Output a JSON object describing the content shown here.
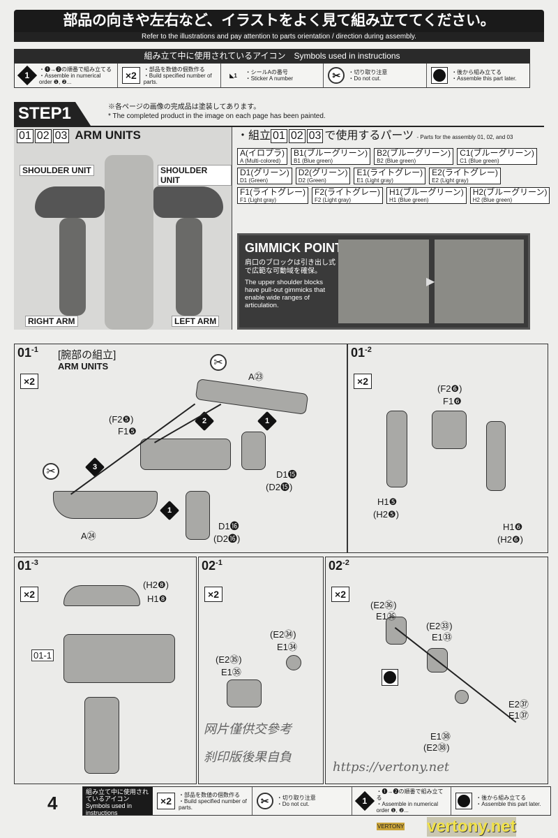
{
  "header": {
    "title_ja": "部品の向きや左右など、イラストをよく見て組み立ててください。",
    "title_en": "Refer to the illustrations and pay attention to parts orientation / direction during assembly."
  },
  "symbols": {
    "title": "組み立て中に使用されているアイコン　Symbols used in instructions",
    "items": [
      {
        "icon": "numbered-diamond-icon",
        "glyph": "1",
        "ja": "・❶→❷の順番で組み立てる",
        "en": "・Assemble in numerical order ❶, ❷..."
      },
      {
        "icon": "x2-icon",
        "glyph": "×2",
        "ja": "・部品を数値の個数作る",
        "en": "・Build specified number of parts."
      },
      {
        "icon": "sticker-icon",
        "glyph": "◣1",
        "ja": "・シールAの番号",
        "en": "・Sticker A number"
      },
      {
        "icon": "do-not-cut-icon",
        "glyph": "✂",
        "ja": "・切り取り注意",
        "en": "・Do not cut."
      },
      {
        "icon": "assemble-later-icon",
        "glyph": "",
        "ja": "・後から組み立てる",
        "en": "・Assemble this part later."
      }
    ]
  },
  "step": {
    "label": "STEP1",
    "note_ja": "※各ページの画像の完成品は塗装してあります。",
    "note_en": "* The completed product in the image on each page has been painted."
  },
  "arm": {
    "nums": [
      "01",
      "02",
      "03"
    ],
    "title": "ARM UNITS",
    "labels": {
      "shoulder_left": "SHOULDER UNIT",
      "shoulder_right": "SHOULDER UNIT",
      "right_arm": "RIGHT ARM",
      "left_arm": "LEFT ARM"
    }
  },
  "parts": {
    "title_pre": "・組立",
    "nums": [
      "01",
      "02",
      "03"
    ],
    "title_post": "で使用するパーツ",
    "title_en": "- Parts for the assembly 01, 02, and 03",
    "items": [
      {
        "ja": "A(イロプラ)",
        "en": "A (Multi-colored)"
      },
      {
        "ja": "B1(ブルーグリーン)",
        "en": "B1 (Blue green)"
      },
      {
        "ja": "B2(ブルーグリーン)",
        "en": "B2 (Blue green)"
      },
      {
        "ja": "C1(ブルーグリーン)",
        "en": "C1 (Blue green)"
      },
      {
        "ja": "D1(グリーン)",
        "en": "D1 (Green)"
      },
      {
        "ja": "D2(グリーン)",
        "en": "D2 (Green)"
      },
      {
        "ja": "E1(ライトグレー)",
        "en": "E1 (Light gray)"
      },
      {
        "ja": "E2(ライトグレー)",
        "en": "E2 (Light gray)"
      },
      {
        "ja": "F1(ライトグレー)",
        "en": "F1 (Light gray)"
      },
      {
        "ja": "F2(ライトグレー)",
        "en": "F2 (Light gray)"
      },
      {
        "ja": "H1(ブルーグリーン)",
        "en": "H1 (Blue green)"
      },
      {
        "ja": "H2(ブルーグリーン)",
        "en": "H2 (Blue green)"
      }
    ]
  },
  "gimmick": {
    "title": "GIMMICK POINT",
    "ja": "肩口のブロックは引き出し式で広範な可動域を確保。",
    "en": "The upper shoulder blocks have pull-out gimmicks that enable wide ranges of articulation."
  },
  "s011": {
    "id": "01",
    "sub": "-1",
    "title_ja": "[腕部の組立]",
    "title_en": "ARM UNITS",
    "x2": "×2",
    "labels": [
      "A㉓",
      "(F2❺)",
      "F1❺",
      "D1⓯",
      "(D2⓯)",
      "A㉔",
      "D1⓰",
      "(D2⓰)"
    ],
    "steps": [
      "1",
      "2",
      "3",
      "1"
    ]
  },
  "s012": {
    "id": "01",
    "sub": "-2",
    "x2": "×2",
    "labels": [
      "(F2❻)",
      "F1❻",
      "H1❺",
      "(H2❺)",
      "H1❻",
      "(H2❻)"
    ]
  },
  "s013": {
    "id": "01",
    "sub": "-3",
    "x2": "×2",
    "labels": [
      "(H2❽)",
      "H1❽",
      "01-1"
    ]
  },
  "s021": {
    "id": "02",
    "sub": "-1",
    "x2": "×2",
    "labels": [
      "(E2㉞)",
      "E1㉞",
      "(E2㉟)",
      "E1㉟"
    ]
  },
  "s022": {
    "id": "02",
    "sub": "-2",
    "x2": "×2",
    "labels": [
      "(E2㊱)",
      "E1㊱",
      "(E2㉝)",
      "E1㉝",
      "E2㊲",
      "E1㊲",
      "E1㊳",
      "(E2㊳)"
    ]
  },
  "page": {
    "number": "4"
  },
  "footer": {
    "title": "組み立て中に使用されているアイコン Symbols used in instructions",
    "items": [
      {
        "glyph": "×2",
        "ja": "・部品を数値の個数作る",
        "en": "・Build specified number of parts."
      },
      {
        "glyph": "✂",
        "ja": "・切り取り注意",
        "en": "・Do not cut."
      },
      {
        "glyph": "1",
        "ja": "・❶→❷の順番で組み立てる",
        "en": "・Assemble in numerical order ❶, ❷..."
      },
      {
        "glyph": "",
        "ja": "・後から組み立てる",
        "en": "・Assemble this part later."
      }
    ]
  },
  "watermark": {
    "url": "https://vertony.net",
    "cn1": "网片僅供交參考",
    "cn2": "刹印版後果自負",
    "brand": "vertony.net",
    "badge": "VERTONY"
  }
}
